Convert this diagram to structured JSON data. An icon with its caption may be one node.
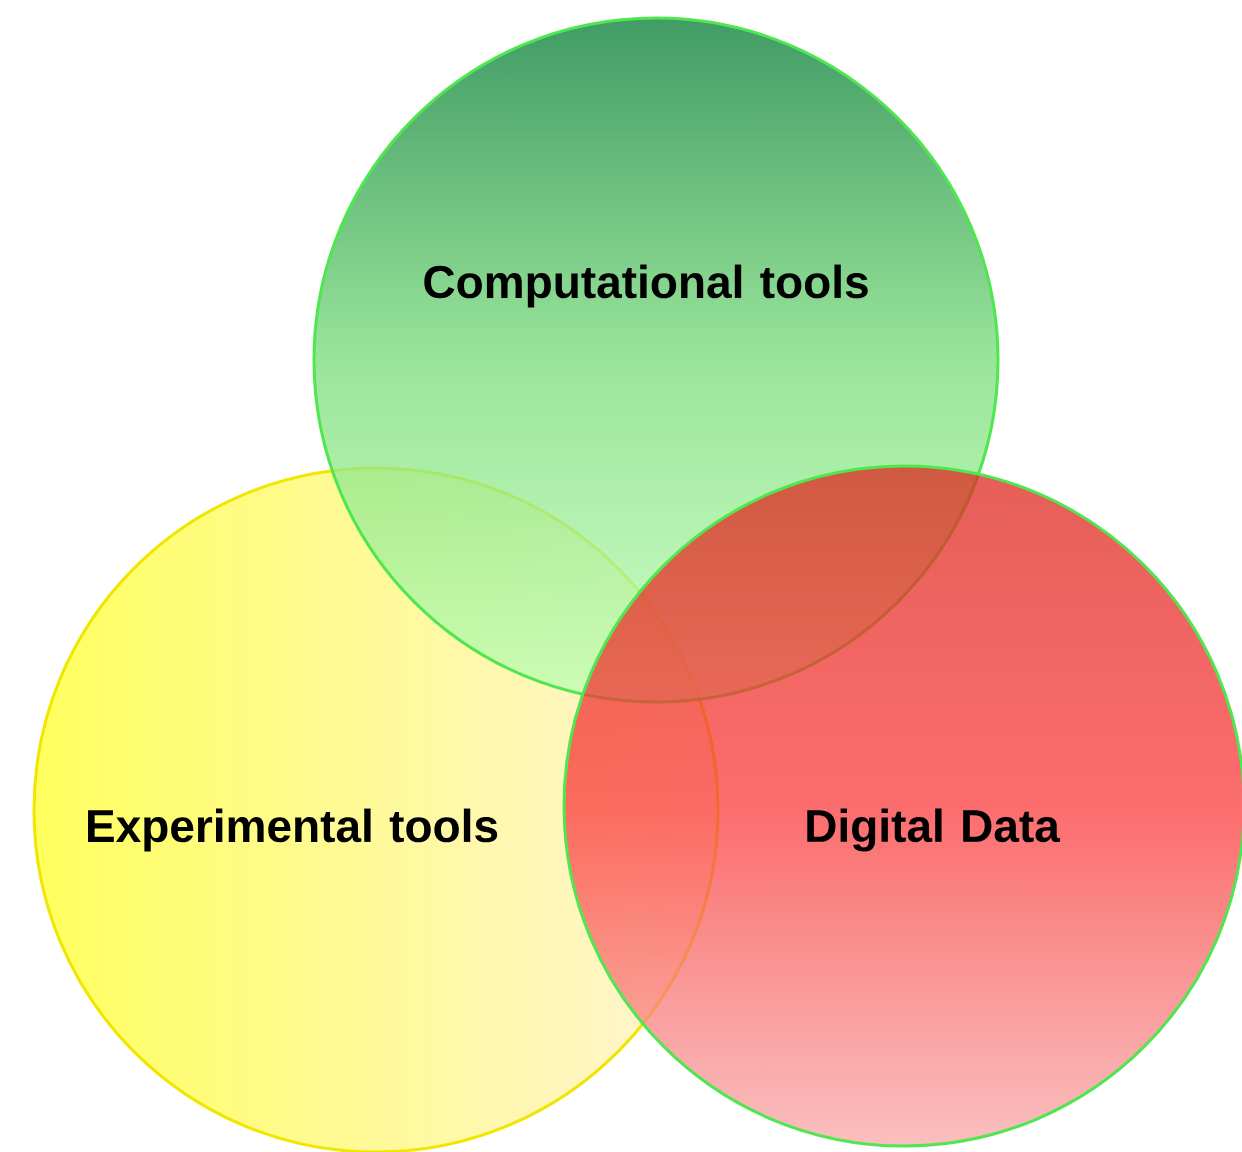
{
  "diagram": {
    "nodes": [
      {
        "text": [
          "Computational tools"
        ]
      },
      {
        "text": [
          "Experimental tools"
        ]
      },
      {
        "text": [
          "Digital Data"
        ]
      }
    ]
  }
}
